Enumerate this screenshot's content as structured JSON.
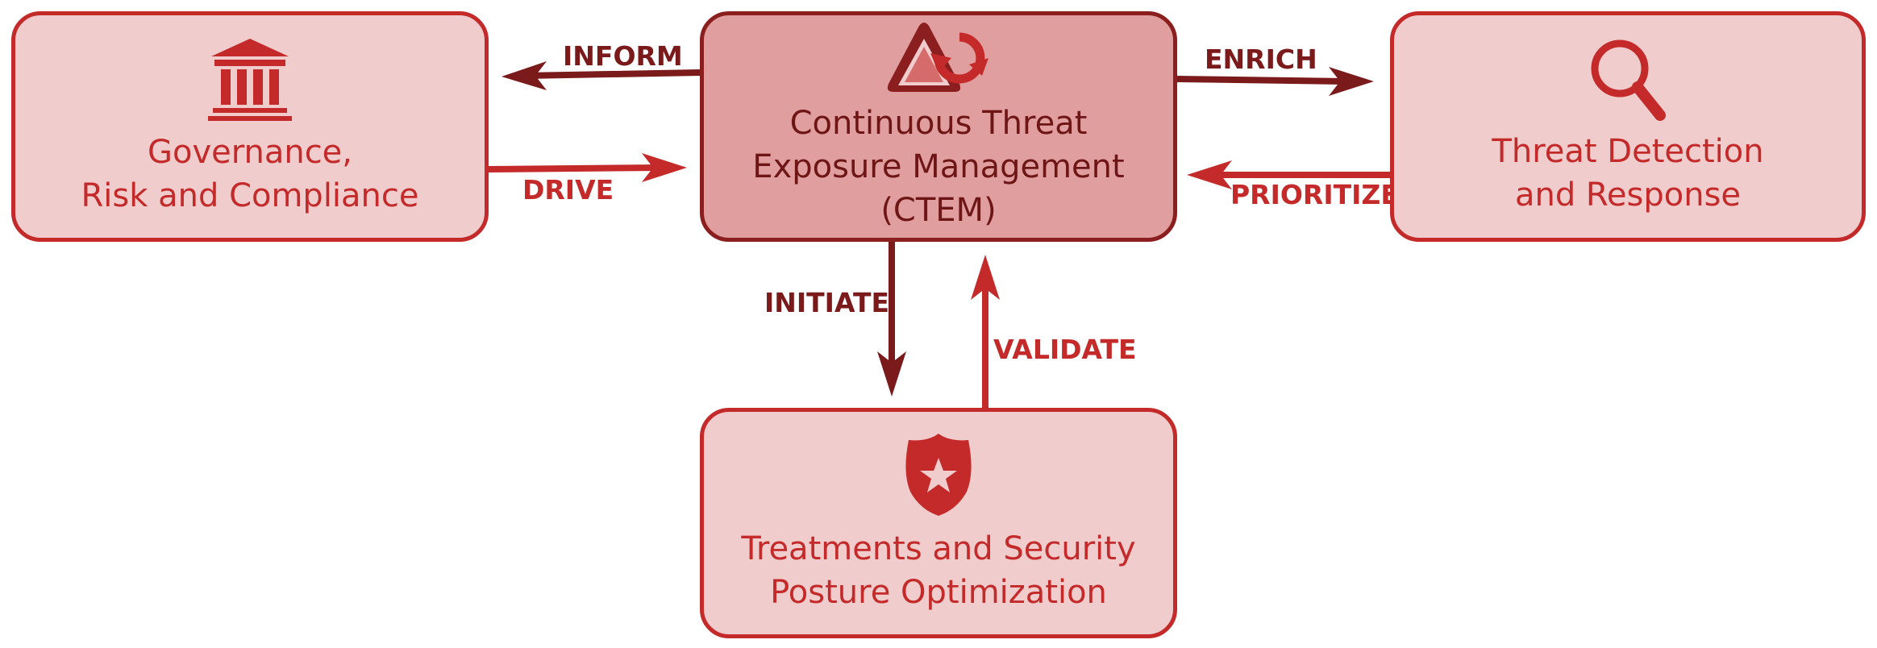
{
  "colors": {
    "box_fill": "#f0cccc",
    "box_border": "#c42a2a",
    "center_fill": "#e09e9e",
    "center_border": "#8b1f1f",
    "dark_text": "#6e1616",
    "dark_arrow": "#7a1a1a",
    "red_arrow": "#c42a2a"
  },
  "nodes": {
    "grc": {
      "icon": "bank-building-icon",
      "title_line1": "Governance,",
      "title_line2": "Risk and Compliance"
    },
    "ctem": {
      "icon": "warning-cycle-icon",
      "title_line1": "Continuous Threat",
      "title_line2": "Exposure Management",
      "title_line3": "(CTEM)"
    },
    "tdr": {
      "icon": "magnifier-icon",
      "title_line1": "Threat Detection",
      "title_line2": "and Response"
    },
    "tspo": {
      "icon": "shield-star-icon",
      "title_line1": "Treatments and Security",
      "title_line2": "Posture Optimization"
    }
  },
  "edges": {
    "inform": "INFORM",
    "drive": "DRIVE",
    "enrich": "ENRICH",
    "prioritize": "PRIORITIZE",
    "initiate": "INITIATE",
    "validate": "VALIDATE"
  }
}
